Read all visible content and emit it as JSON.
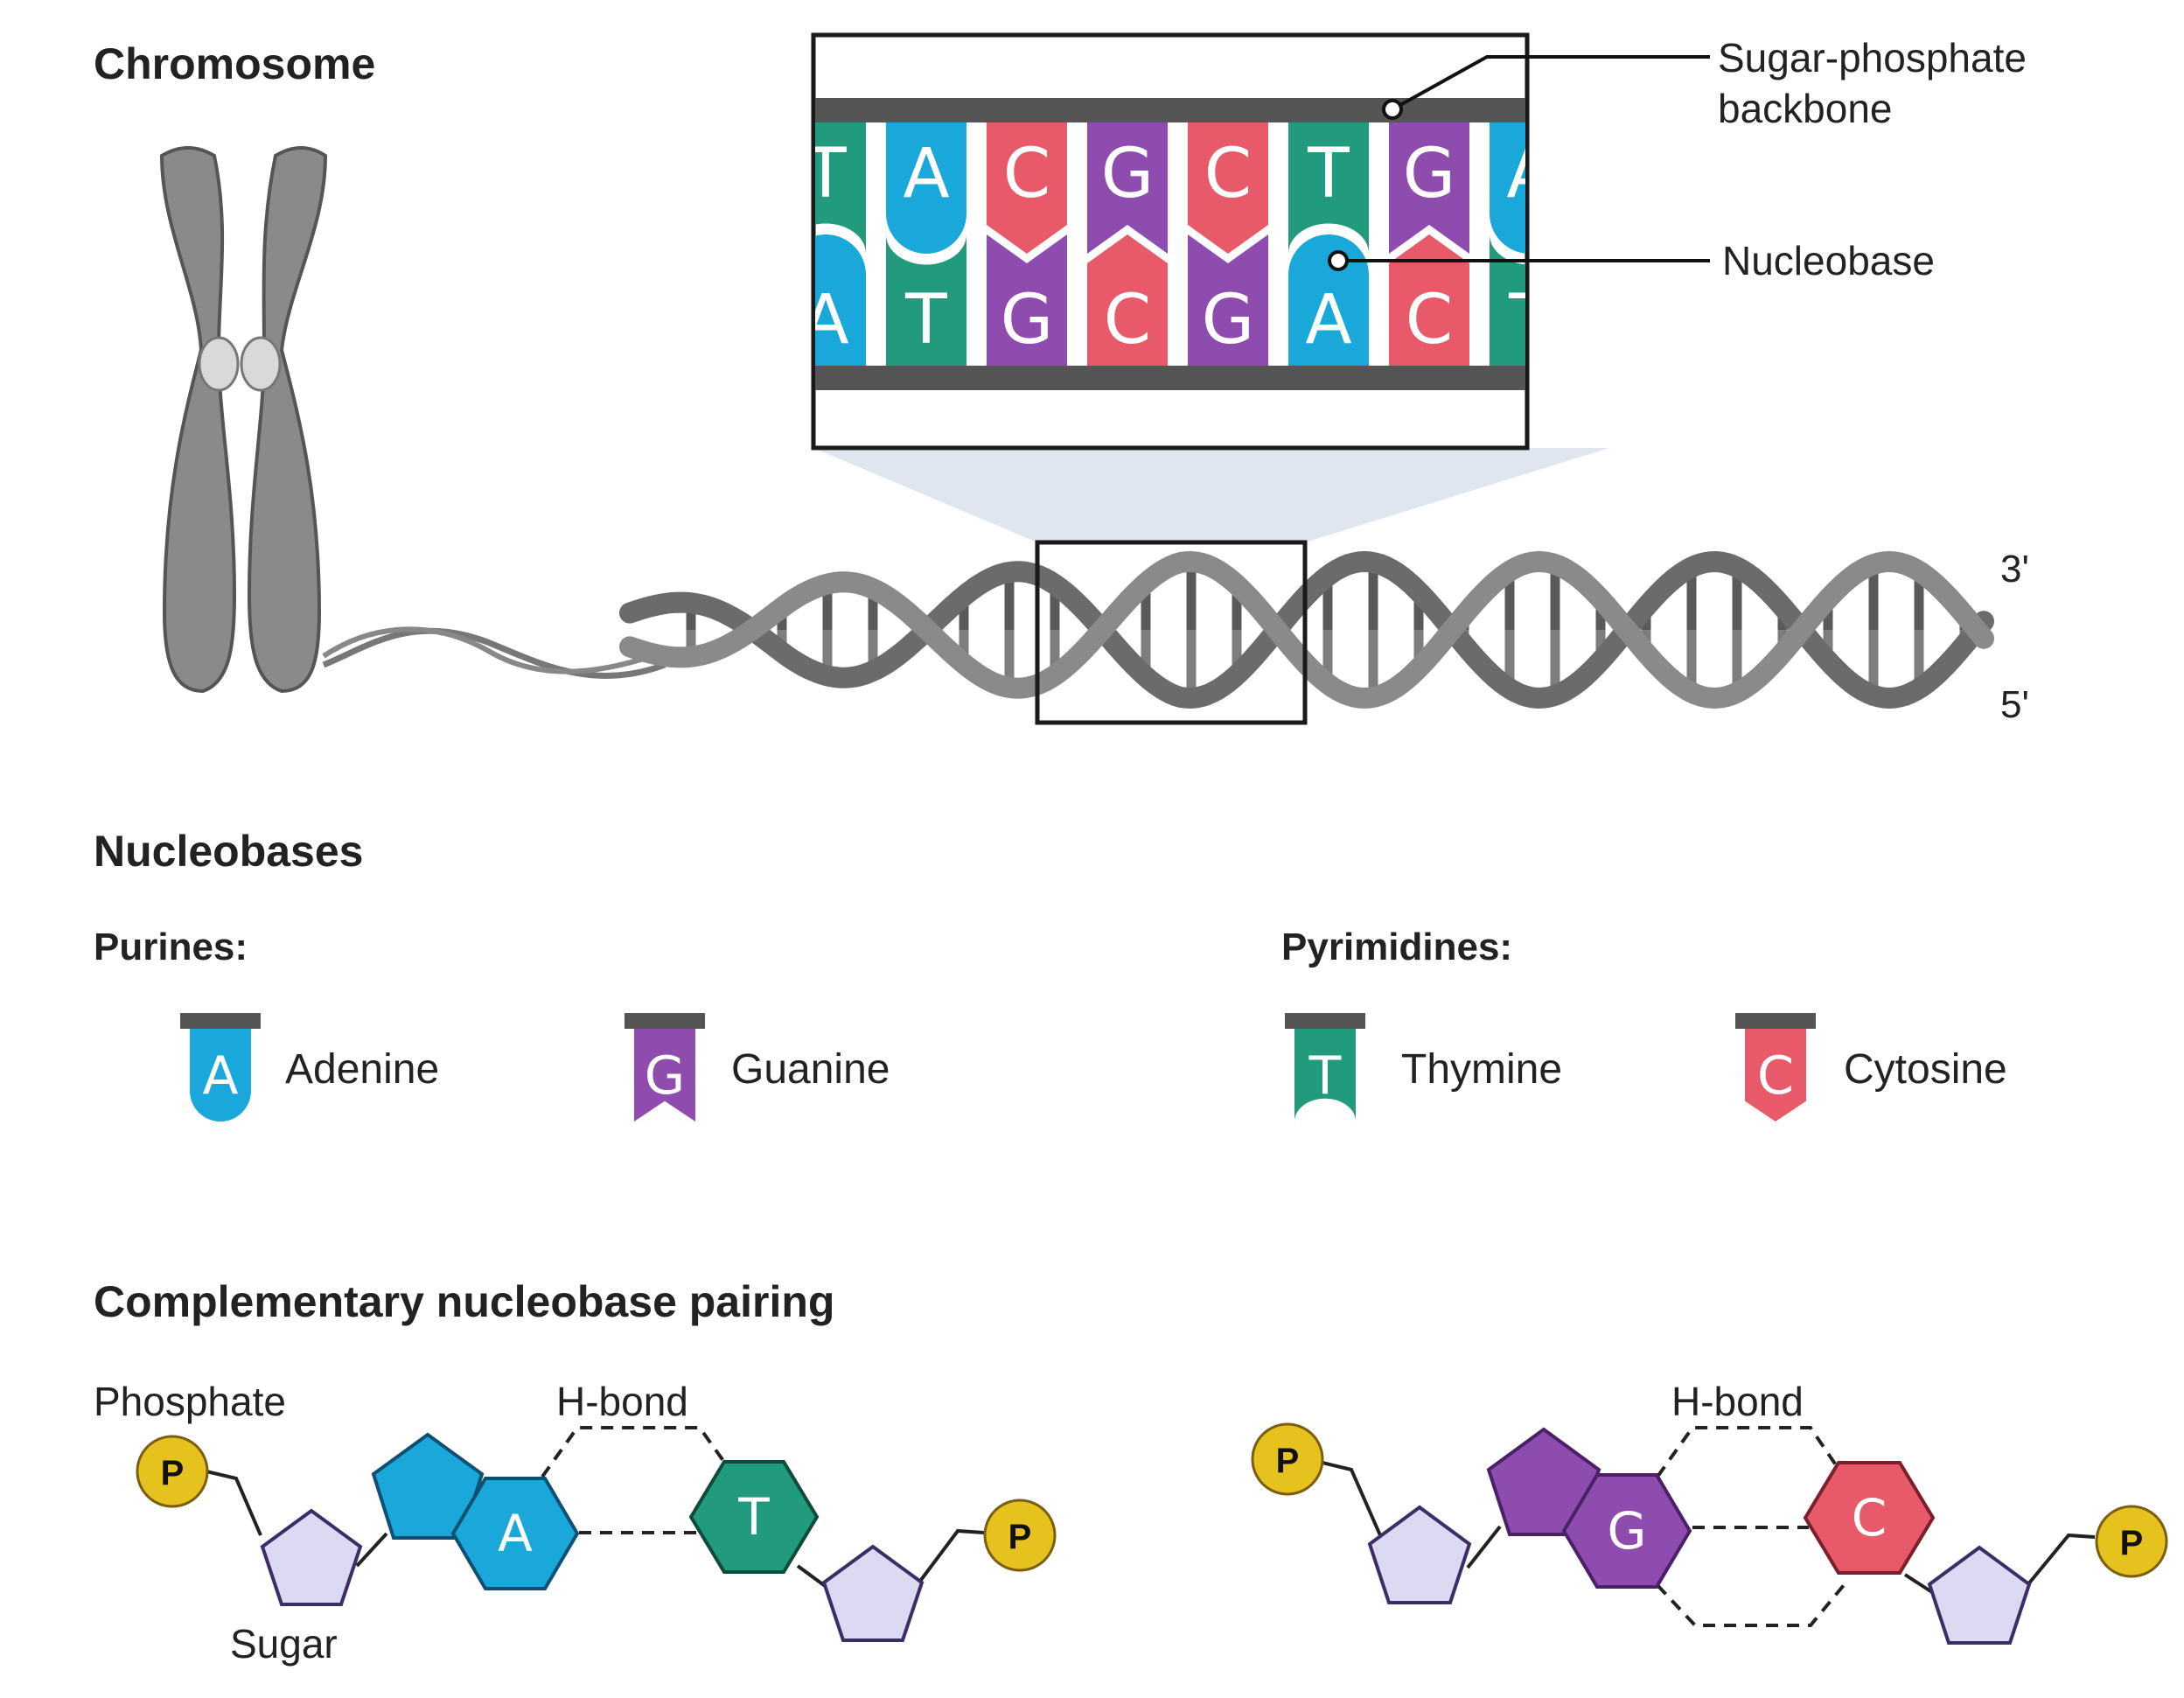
{
  "sections": {
    "chromosome_title": "Chromosome",
    "nucleobases_title": "Nucleobases",
    "purines_label": "Purines:",
    "pyrimidines_label": "Pyrimidines:",
    "pairing_title": "Complementary nucleobase pairing"
  },
  "callouts": {
    "backbone_line1": "Sugar-phosphate",
    "backbone_line2": "backbone",
    "nucleobase": "Nucleobase"
  },
  "helix": {
    "end_top": "3'",
    "end_bottom": "5'"
  },
  "zoom": {
    "top_strand": [
      "T",
      "A",
      "C",
      "G",
      "C",
      "T",
      "G",
      "A"
    ],
    "bottom_strand": [
      "A",
      "T",
      "G",
      "C",
      "G",
      "A",
      "C",
      "T"
    ]
  },
  "bases": [
    {
      "letter": "A",
      "name": "Adenine",
      "color": "#1aa7d9"
    },
    {
      "letter": "G",
      "name": "Guanine",
      "color": "#8e4cae"
    },
    {
      "letter": "T",
      "name": "Thymine",
      "color": "#219a7d"
    },
    {
      "letter": "C",
      "name": "Cytosine",
      "color": "#e85a6a"
    }
  ],
  "pairing": {
    "phosphate_label": "Phosphate",
    "sugar_label": "Sugar",
    "hbond_label": "H-bond",
    "phosphate_symbol": "P",
    "pair1": {
      "left": "A",
      "right": "T"
    },
    "pair2": {
      "left": "G",
      "right": "C"
    }
  },
  "colors": {
    "backbone": "#555555",
    "chromosome": "#8a8a8a",
    "sugar": "#dcd9f2",
    "phosphate": "#e6c21e",
    "zoom_fan": "#dfe6ef"
  }
}
